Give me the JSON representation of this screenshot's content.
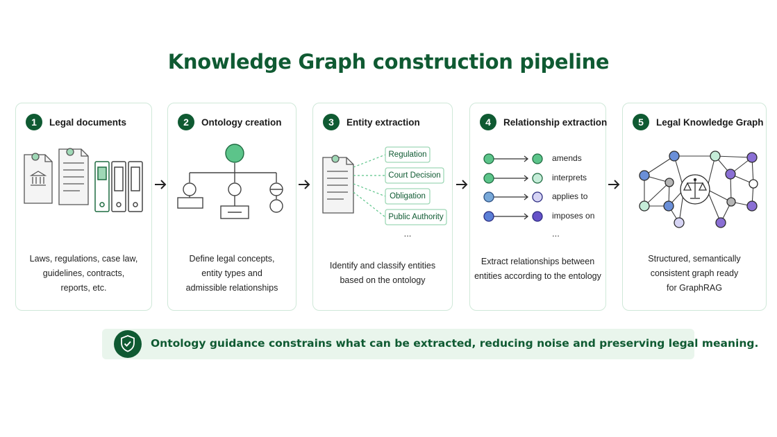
{
  "title": "Knowledge Graph construction pipeline",
  "steps": [
    {
      "number": "1",
      "label": "Legal documents",
      "description": [
        "Laws, regulations, case law,",
        "guidelines, contracts,",
        "reports, etc."
      ]
    },
    {
      "number": "2",
      "label": "Ontology creation",
      "description": [
        "Define legal concepts,",
        "entity types and",
        "admissible relationships"
      ]
    },
    {
      "number": "3",
      "label": "Entity extraction",
      "description": [
        "Identify and classify entities",
        "based on the ontology"
      ],
      "entities": [
        "Regulation",
        "Court Decision",
        "Obligation",
        "Public Authority"
      ],
      "more": "..."
    },
    {
      "number": "4",
      "label": "Relationship extraction",
      "description": [
        "Extract relationships between",
        "entities according to the entology"
      ],
      "relations": [
        "amends",
        "interprets",
        "applies to",
        "imposes on"
      ],
      "more": "..."
    },
    {
      "number": "5",
      "label": "Legal Knowledge Graph",
      "description": [
        "Structured, semantically",
        "consistent graph ready",
        "for GraphRAG"
      ]
    }
  ],
  "banner": {
    "text": "Ontology guidance constrains what can be extracted, reducing noise and preserving legal meaning.",
    "icon": "shield-check-icon"
  },
  "colors": {
    "primary": "#0f5a32",
    "accent": "#5cc48a",
    "light": "#e9f5ec",
    "border": "#cfe8d8",
    "node_blue": "#6a8fd8",
    "node_purple": "#8a6fd4",
    "node_mint": "#c5ecd8"
  }
}
